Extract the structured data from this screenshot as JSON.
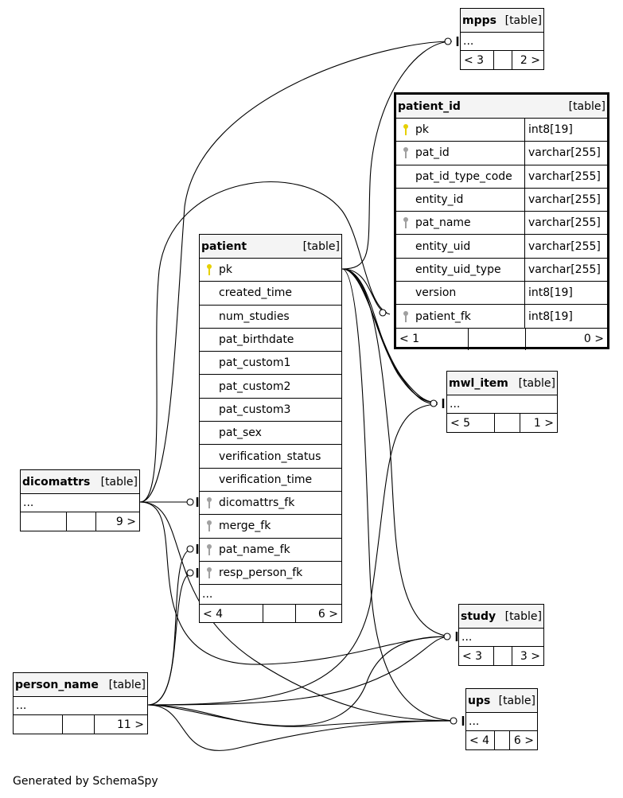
{
  "footer": "Generated by SchemaSpy",
  "table_kind": "[table]",
  "ellipsis": "...",
  "colors": {
    "primary_key": "#e6d000",
    "foreign_key": "#a0a0a0",
    "header_bg": "#f4f4f4"
  },
  "tables": {
    "mpps": {
      "name": "mpps",
      "left": "< 3",
      "right": "2 >"
    },
    "patient_id": {
      "name": "patient_id",
      "columns": [
        {
          "name": "pk",
          "type": "int8[19]",
          "icon": "primary-key-icon"
        },
        {
          "name": "pat_id",
          "type": "varchar[255]",
          "icon": "foreign-key-icon"
        },
        {
          "name": "pat_id_type_code",
          "type": "varchar[255]",
          "icon": ""
        },
        {
          "name": "entity_id",
          "type": "varchar[255]",
          "icon": ""
        },
        {
          "name": "pat_name",
          "type": "varchar[255]",
          "icon": "foreign-key-icon"
        },
        {
          "name": "entity_uid",
          "type": "varchar[255]",
          "icon": ""
        },
        {
          "name": "entity_uid_type",
          "type": "varchar[255]",
          "icon": ""
        },
        {
          "name": "version",
          "type": "int8[19]",
          "icon": ""
        },
        {
          "name": "patient_fk",
          "type": "int8[19]",
          "icon": "foreign-key-icon"
        }
      ],
      "left": "< 1",
      "right": "0 >"
    },
    "patient": {
      "name": "patient",
      "columns": [
        {
          "name": "pk",
          "icon": "primary-key-icon"
        },
        {
          "name": "created_time",
          "icon": ""
        },
        {
          "name": "num_studies",
          "icon": ""
        },
        {
          "name": "pat_birthdate",
          "icon": ""
        },
        {
          "name": "pat_custom1",
          "icon": ""
        },
        {
          "name": "pat_custom2",
          "icon": ""
        },
        {
          "name": "pat_custom3",
          "icon": ""
        },
        {
          "name": "pat_sex",
          "icon": ""
        },
        {
          "name": "verification_status",
          "icon": ""
        },
        {
          "name": "verification_time",
          "icon": ""
        },
        {
          "name": "dicomattrs_fk",
          "icon": "foreign-key-icon"
        },
        {
          "name": "merge_fk",
          "icon": "foreign-key-icon"
        },
        {
          "name": "pat_name_fk",
          "icon": "foreign-key-icon"
        },
        {
          "name": "resp_person_fk",
          "icon": "foreign-key-icon"
        }
      ],
      "left": "< 4",
      "right": "6 >"
    },
    "mwl_item": {
      "name": "mwl_item",
      "left": "< 5",
      "right": "1 >"
    },
    "dicomattrs": {
      "name": "dicomattrs",
      "left": "",
      "right": "9 >"
    },
    "study": {
      "name": "study",
      "left": "< 3",
      "right": "3 >"
    },
    "person_name": {
      "name": "person_name",
      "left": "",
      "right": "11 >"
    },
    "ups": {
      "name": "ups",
      "left": "< 4",
      "right": "6 >"
    }
  }
}
